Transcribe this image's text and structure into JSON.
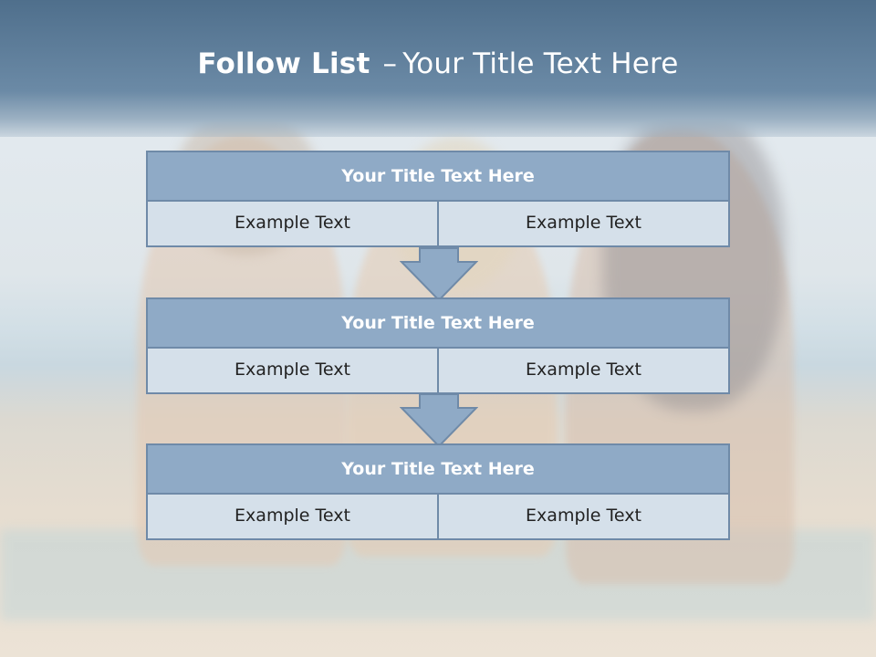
{
  "slide": {
    "title_bold": "Follow List",
    "title_sep": "–",
    "title_rest": "Your Title Text Here",
    "steps": [
      {
        "title": "Your Title Text Here",
        "left": "Example Text",
        "right": "Example Text"
      },
      {
        "title": "Your Title Text Here",
        "left": "Example Text",
        "right": "Example Text"
      },
      {
        "title": "Your Title Text Here",
        "left": "Example Text",
        "right": "Example Text"
      }
    ]
  },
  "colors": {
    "header": "#5a7b98",
    "box_title": "#8faac6",
    "box_cell": "#d5e0ea",
    "border": "#6f8aa8"
  }
}
